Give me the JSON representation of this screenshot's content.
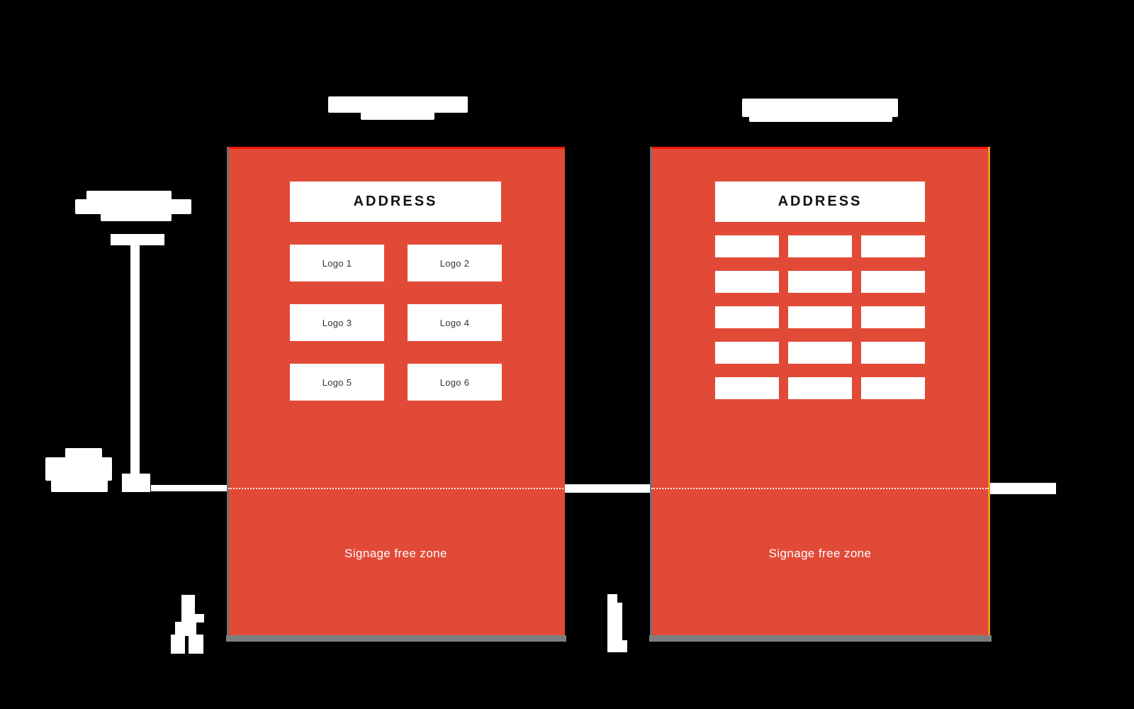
{
  "colors": {
    "background": "#000000",
    "panel_red": "#e24a38",
    "panel_top_strip_red": "#f31503",
    "panel_edge_gray": "#6e7173",
    "panel_shadow_gray": "#7c7e80",
    "panel_right_accent_orange": "#ef9420",
    "ground_line_white": "#ffffff",
    "address_text_black": "#111111",
    "logo_text_gray": "#333333"
  },
  "left_panel": {
    "address_label": "ADDRESS",
    "logos": [
      "Logo 1",
      "Logo 2",
      "Logo 3",
      "Logo 4",
      "Logo 5",
      "Logo 6"
    ],
    "signage_free_zone": "Signage free zone"
  },
  "right_panel": {
    "address_label": "ADDRESS",
    "empty_slot_count": 15,
    "signage_free_zone": "Signage free zone"
  },
  "annotations": {
    "panel_titles_redacted": true,
    "height_dimension_label_redacted": true,
    "ground_label_redacted": true
  },
  "icons": {
    "scale_figure_1": "walking-person-silhouette",
    "scale_figure_2": "standing-person-silhouette",
    "dimension_line": "vertical-height-dimension",
    "fold_line": "dotted-separator"
  }
}
